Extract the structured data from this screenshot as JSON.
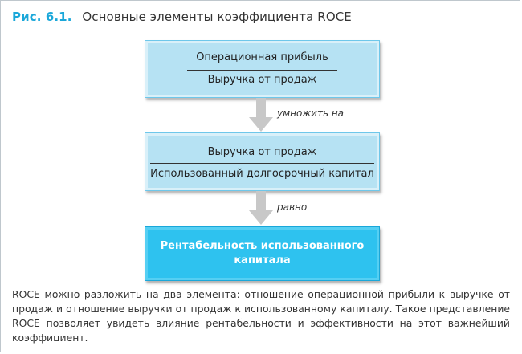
{
  "caption": {
    "number": "Рис. 6.1.",
    "title": "Основные элементы коэффициента ROCE"
  },
  "boxes": [
    {
      "numerator": "Операционная прибыль",
      "denominator": "Выручка от продаж"
    },
    {
      "numerator": "Выручка от продаж",
      "denominator": "Использованный долгосрочный капитал"
    }
  ],
  "connectors": [
    {
      "label": "умножить на"
    },
    {
      "label": "равно"
    }
  ],
  "result": {
    "label": "Рентабельность использованного капитала"
  },
  "paragraph": "ROCE можно разложить на два элемента: отношение операционной прибыли к выручке от продаж и отношение выручки от продаж к использованному капиталу. Такое пред­ставление ROCE позволяет увидеть влияние рентабельности и эффективности на этот важнейший коэффициент.",
  "colors": {
    "accent": "#1aa7d9",
    "box_fill": "#b6e2f3",
    "result_fill": "#2ec2ef",
    "arrow": "#c8c8c8"
  }
}
